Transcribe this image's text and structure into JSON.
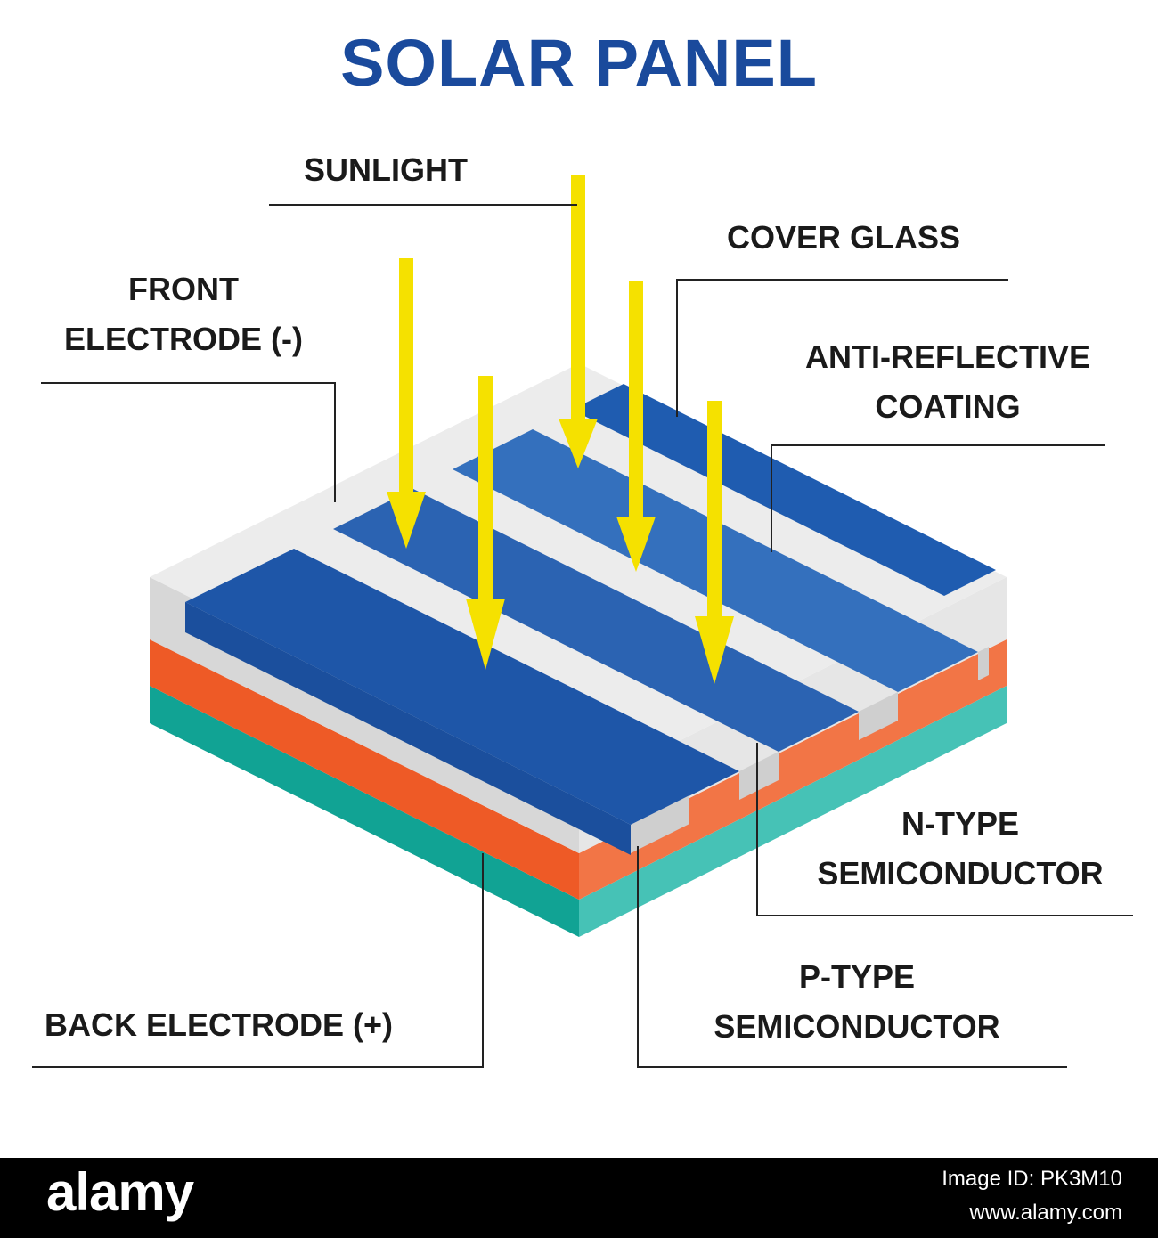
{
  "title": "SOLAR PANEL",
  "labels": {
    "sunlight": "SUNLIGHT",
    "cover_glass": "COVER GLASS",
    "front_electrode_line1": "FRONT",
    "front_electrode_line2": "ELECTRODE (-)",
    "anti_reflective_line1": "ANTI-REFLECTIVE",
    "anti_reflective_line2": "COATING",
    "n_type_line1": "N-TYPE",
    "n_type_line2": "SEMICONDUCTOR",
    "p_type_line1": "P-TYPE",
    "p_type_line2": "SEMICONDUCTOR",
    "back_electrode": "BACK ELECTRODE (+)"
  },
  "footer": {
    "brand": "alamy",
    "image_id": "Image ID: PK3M10",
    "site": "www.alamy.com"
  },
  "colors": {
    "title": "#1a4a9c",
    "cell_blue": "#1e56a8",
    "cell_blue_light": "#3a75bf",
    "electrode_white": "#e9e9e9",
    "glass_gray": "#d4d4d4",
    "n_type_orange": "#f0612a",
    "p_type_teal": "#12a899",
    "arrow_yellow": "#f5e100",
    "footer_bg": "#000000"
  }
}
